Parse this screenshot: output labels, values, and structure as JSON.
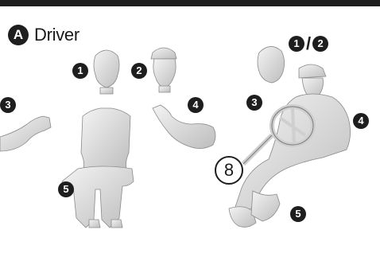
{
  "section": {
    "badge": "A",
    "title": "Driver"
  },
  "callouts": {
    "head_1": "1",
    "head_2": "2",
    "arm_left_3": "3",
    "arm_right_4": "4",
    "torso_5": "5",
    "assembled_combo_first": "1",
    "assembled_combo_sep": "/",
    "assembled_combo_second": "2",
    "assembled_3": "3",
    "assembled_4": "4",
    "assembled_5": "5",
    "steering_wheel_part": "8"
  },
  "colors": {
    "ink": "#1e1e1e",
    "figure": "#e6e6e6",
    "shade": "#b9b9b9"
  }
}
